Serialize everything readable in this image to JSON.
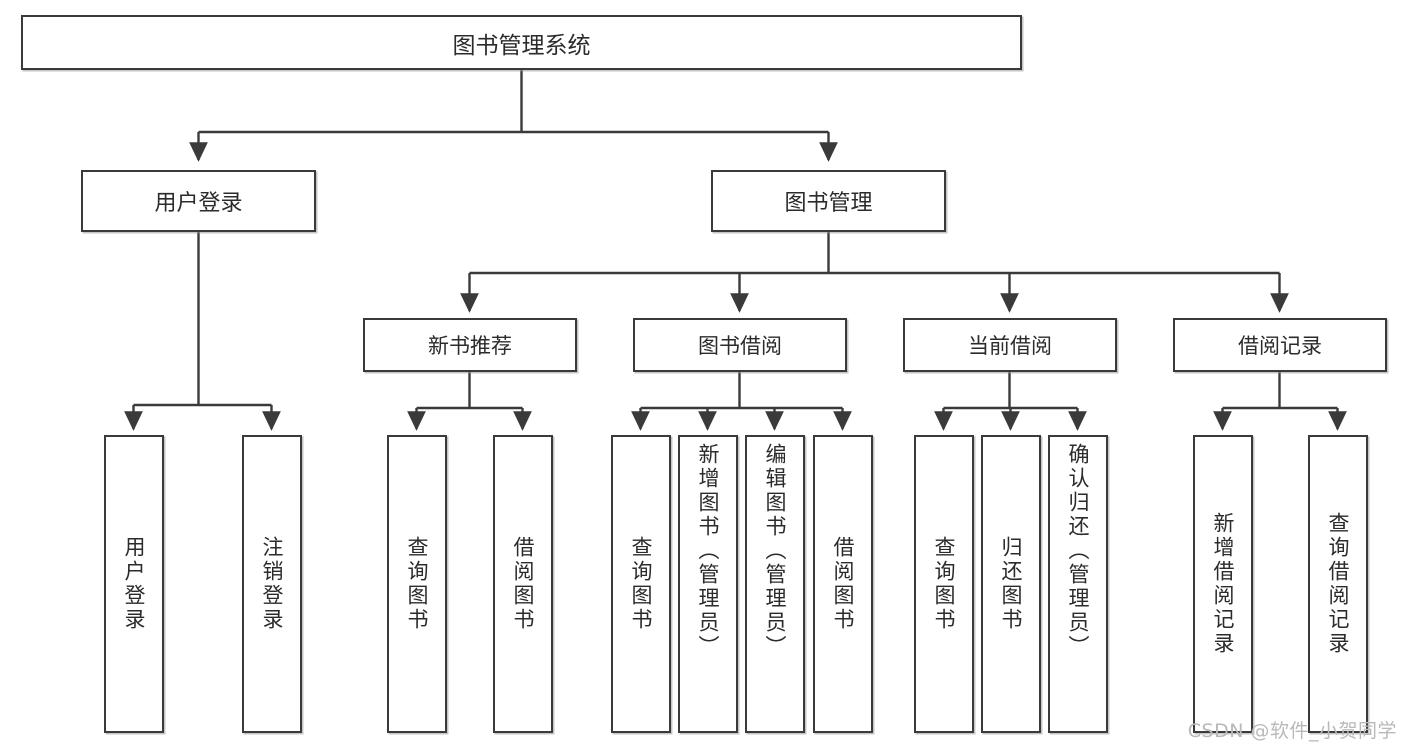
{
  "diagram": {
    "type": "tree",
    "title": "图书管理系统",
    "root": {
      "id": "root",
      "label": "图书管理系统"
    },
    "level2": [
      {
        "id": "user-login",
        "label": "用户登录"
      },
      {
        "id": "book-manage",
        "label": "图书管理"
      }
    ],
    "level3": [
      {
        "id": "new-book-recommend",
        "label": "新书推荐",
        "parent": "book-manage"
      },
      {
        "id": "book-borrow",
        "label": "图书借阅",
        "parent": "book-manage"
      },
      {
        "id": "current-borrow",
        "label": "当前借阅",
        "parent": "book-manage"
      },
      {
        "id": "borrow-record",
        "label": "借阅记录",
        "parent": "book-manage"
      }
    ],
    "leaves": [
      {
        "id": "leaf-user-login",
        "label": "用户登录",
        "parent": "user-login"
      },
      {
        "id": "leaf-logout-login",
        "label": "注销登录",
        "parent": "user-login"
      },
      {
        "id": "leaf-query-book-1",
        "label": "查询图书",
        "parent": "new-book-recommend"
      },
      {
        "id": "leaf-borrow-book-1",
        "label": "借阅图书",
        "parent": "new-book-recommend"
      },
      {
        "id": "leaf-query-book-2",
        "label": "查询图书",
        "parent": "book-borrow"
      },
      {
        "id": "leaf-add-book",
        "label": "新增图书（管理员）",
        "parent": "book-borrow"
      },
      {
        "id": "leaf-edit-book",
        "label": "编辑图书（管理员）",
        "parent": "book-borrow"
      },
      {
        "id": "leaf-borrow-book-2",
        "label": "借阅图书",
        "parent": "book-borrow"
      },
      {
        "id": "leaf-query-book-3",
        "label": "查询图书",
        "parent": "current-borrow"
      },
      {
        "id": "leaf-return-book",
        "label": "归还图书",
        "parent": "current-borrow"
      },
      {
        "id": "leaf-confirm-return",
        "label": "确认归还（管理员）",
        "parent": "current-borrow"
      },
      {
        "id": "leaf-add-record",
        "label": "新增借阅记录",
        "parent": "borrow-record"
      },
      {
        "id": "leaf-query-record",
        "label": "查询借阅记录",
        "parent": "borrow-record"
      }
    ],
    "colors": {
      "stroke": "#3a3a3a",
      "text": "#2b2b2b",
      "background": "#ffffff",
      "watermark": "#b9b9b9"
    }
  },
  "watermark": {
    "text": "CSDN @软件_小贺同学"
  }
}
